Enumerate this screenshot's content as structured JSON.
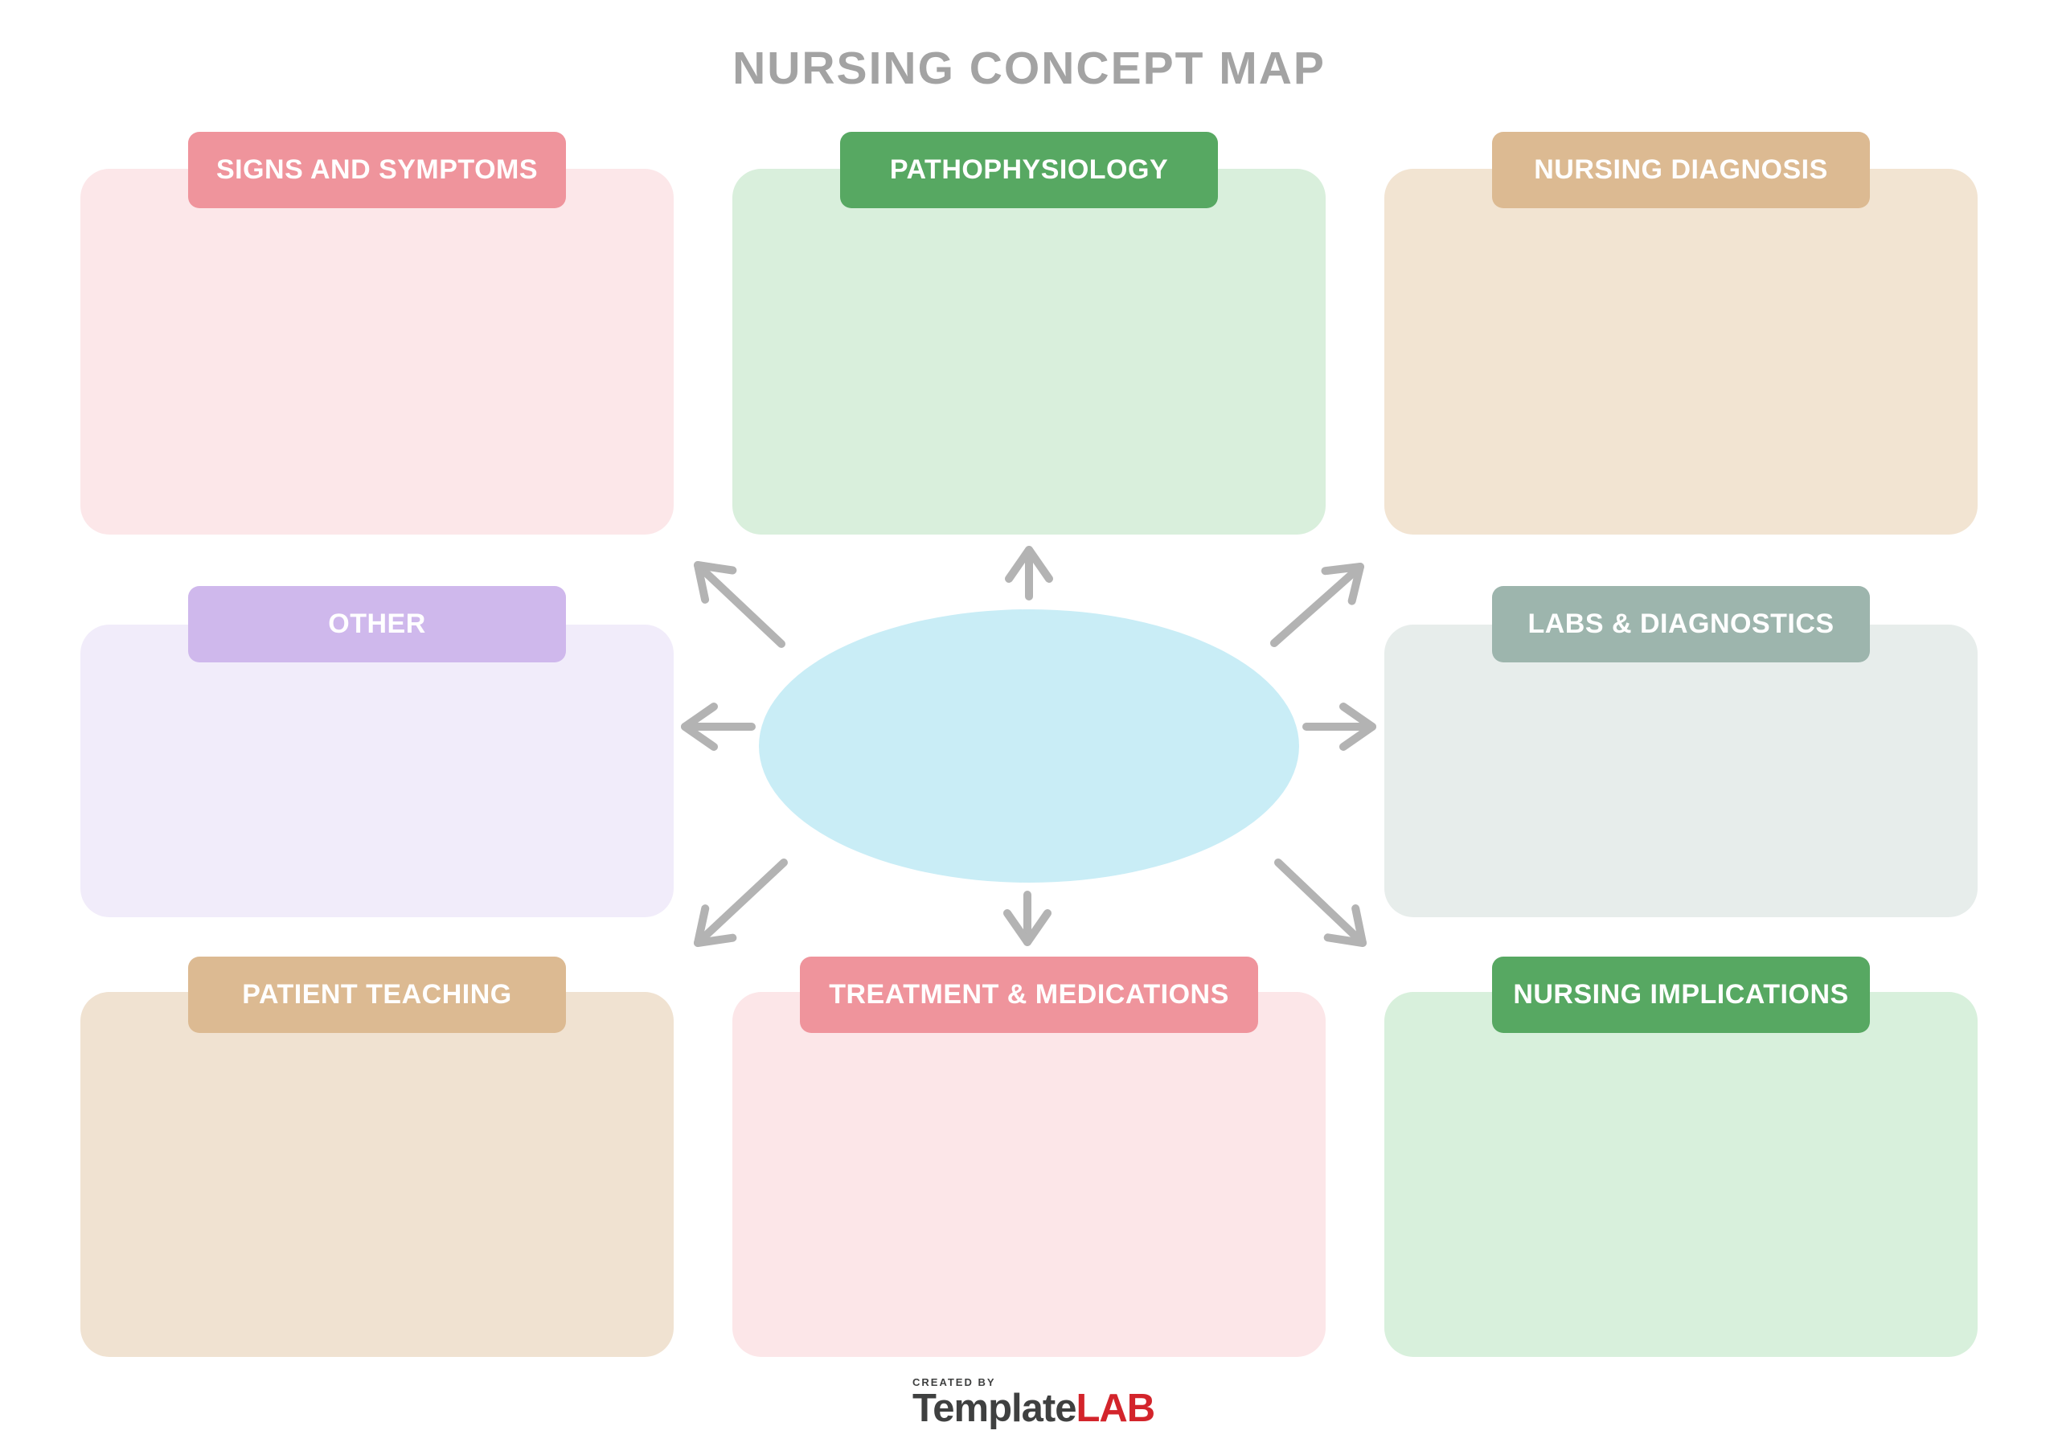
{
  "title": "NURSING CONCEPT MAP",
  "boxes": [
    {
      "id": "signs-and-symptoms",
      "label": "SIGNS AND SYMPTOMS",
      "header_color": "#ef949c",
      "body_color": "#fce7e9"
    },
    {
      "id": "pathophysiology",
      "label": "PATHOPHYSIOLOGY",
      "header_color": "#57a862",
      "body_color": "#d9efdc"
    },
    {
      "id": "nursing-diagnosis",
      "label": "NURSING DIAGNOSIS",
      "header_color": "#dcba92",
      "body_color": "#f2e4d2"
    },
    {
      "id": "other",
      "label": "OTHER",
      "header_color": "#cfb8ec",
      "body_color": "#f1ecfa"
    },
    {
      "id": "labs-and-diagnostics",
      "label": "LABS & DIAGNOSTICS",
      "header_color": "#9db5ad",
      "body_color": "#e7edeb"
    },
    {
      "id": "patient-teaching",
      "label": "PATIENT TEACHING",
      "header_color": "#dcba92",
      "body_color": "#f0e2d1"
    },
    {
      "id": "treatment-medications",
      "label": "TREATMENT & MEDICATIONS",
      "header_color": "#ef949c",
      "body_color": "#fce6e8"
    },
    {
      "id": "nursing-implications",
      "label": "NURSING IMPLICATIONS",
      "header_color": "#57a862",
      "body_color": "#d8f0dc"
    }
  ],
  "center": {
    "shape": "ellipse",
    "color": "#c9edf6",
    "label": ""
  },
  "colors": {
    "title": "#a3a3a3",
    "arrow": "#b3b3b3",
    "background": "#ffffff",
    "header_text": "#ffffff",
    "brand_dark": "#3f4040",
    "brand_red": "#d3242b"
  },
  "footer": {
    "created_by": "CREATED BY",
    "brand_dark": "Template",
    "brand_red": "LAB"
  }
}
